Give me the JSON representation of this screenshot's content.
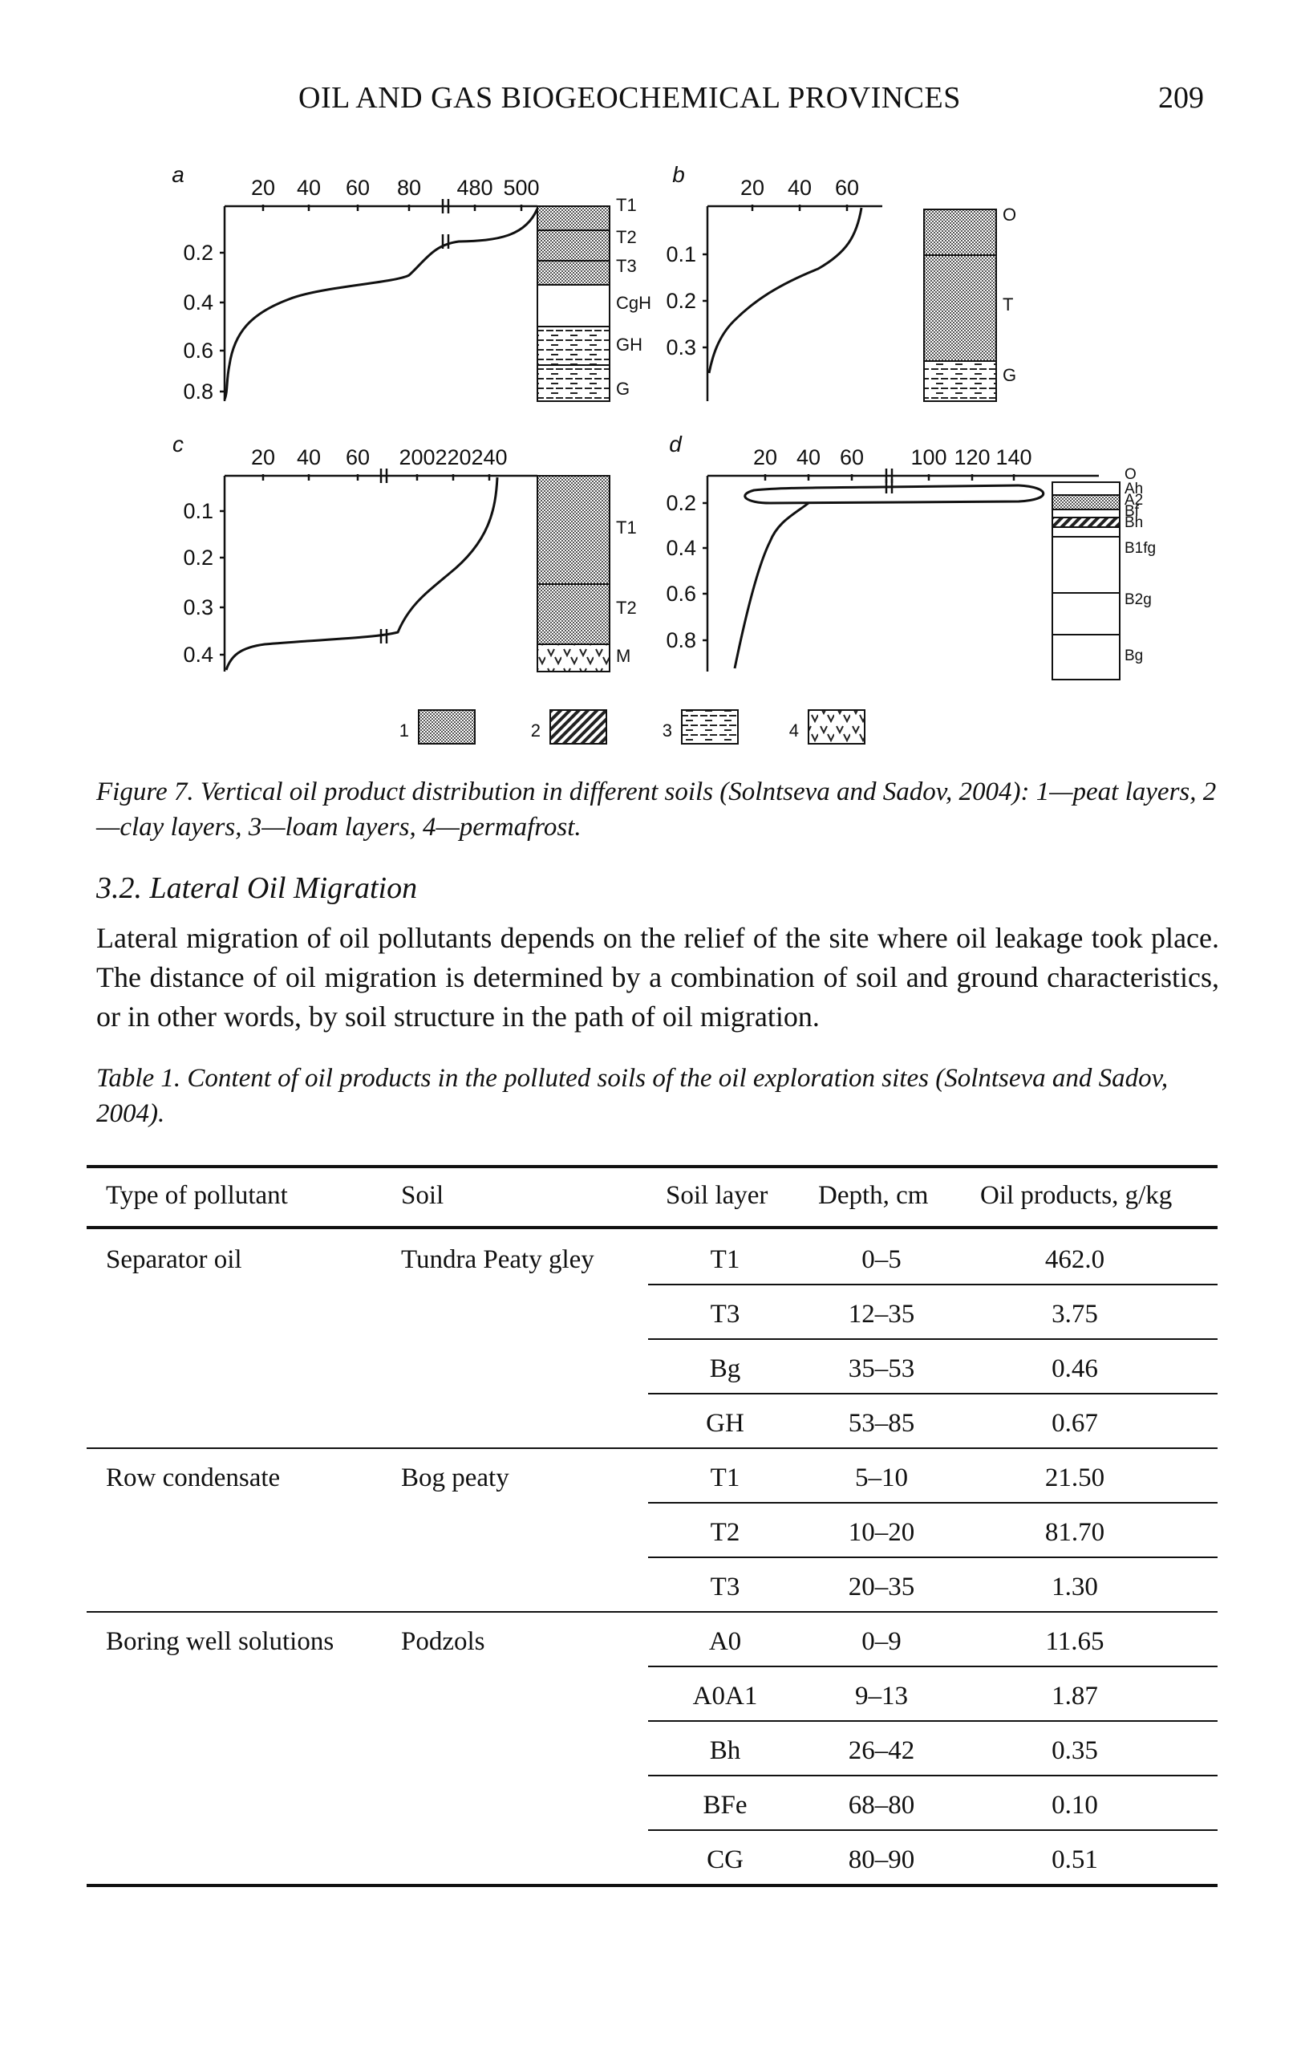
{
  "running_head": {
    "title": "OIL AND GAS BIOGEOCHEMICAL PROVINCES",
    "page_number": "209"
  },
  "figure": {
    "panels": {
      "a": {
        "letter": "a",
        "x_ticks": [
          "20",
          "40",
          "60",
          "80",
          "480",
          "500"
        ],
        "y_ticks": [
          "0.2",
          "0.4",
          "0.6",
          "0.8"
        ],
        "layers": [
          "T1",
          "T2",
          "T3",
          "CgH",
          "GH",
          "G"
        ]
      },
      "b": {
        "letter": "b",
        "x_ticks": [
          "20",
          "40",
          "60"
        ],
        "y_ticks": [
          "0.1",
          "0.2",
          "0.3"
        ],
        "layers": [
          "O",
          "T",
          "G"
        ]
      },
      "c": {
        "letter": "c",
        "x_ticks": [
          "20",
          "40",
          "60",
          "200",
          "220",
          "240"
        ],
        "y_ticks": [
          "0.1",
          "0.2",
          "0.3",
          "0.4"
        ],
        "layers": [
          "T1",
          "T2",
          "M"
        ]
      },
      "d": {
        "letter": "d",
        "x_ticks": [
          "20",
          "40",
          "60",
          "100",
          "120",
          "140"
        ],
        "y_ticks": [
          "0.2",
          "0.4",
          "0.6",
          "0.8"
        ],
        "layers": [
          "O",
          "Ah",
          "A2",
          "Bf",
          "Bh",
          "B1fg",
          "B2g",
          "Bg"
        ]
      }
    },
    "legend": [
      "1",
      "2",
      "3",
      "4"
    ]
  },
  "figure_caption": "Figure 7. Vertical oil product distribution in different soils (Solntseva and Sadov, 2004): 1—peat layers, 2—clay layers, 3—loam layers, 4—permafrost.",
  "section": {
    "heading": "3.2. Lateral Oil Migration"
  },
  "paragraph": "Lateral migration of oil pollutants depends on the relief of the site where oil leakage took place. The distance of oil migration is determined by a combination of soil and ground characteristics, or in other words, by soil structure in the path of oil migration.",
  "table_caption": "Table 1. Content of oil products in the polluted soils of the oil exploration sites (Solntseva and Sadov, 2004).",
  "table": {
    "columns": [
      "Type of pollutant",
      "Soil",
      "Soil layer",
      "Depth, cm",
      "Oil products, g/kg"
    ],
    "groups": [
      {
        "pollutant": "Separator oil",
        "soil": "Tundra Peaty gley",
        "rows": [
          [
            "T1",
            "0–5",
            "462.0"
          ],
          [
            "T3",
            "12–35",
            "3.75"
          ],
          [
            "Bg",
            "35–53",
            "0.46"
          ],
          [
            "GH",
            "53–85",
            "0.67"
          ]
        ]
      },
      {
        "pollutant": "Row condensate",
        "soil": "Bog peaty",
        "rows": [
          [
            "T1",
            "5–10",
            "21.50"
          ],
          [
            "T2",
            "10–20",
            "81.70"
          ],
          [
            "T3",
            "20–35",
            "1.30"
          ]
        ]
      },
      {
        "pollutant": "Boring well solutions",
        "soil": "Podzols",
        "rows": [
          [
            "A0",
            "0–9",
            "11.65"
          ],
          [
            "A0A1",
            "9–13",
            "1.87"
          ],
          [
            "Bh",
            "26–42",
            "0.35"
          ],
          [
            "BFe",
            "68–80",
            "0.10"
          ],
          [
            "CG",
            "80–90",
            "0.51"
          ]
        ]
      }
    ]
  }
}
